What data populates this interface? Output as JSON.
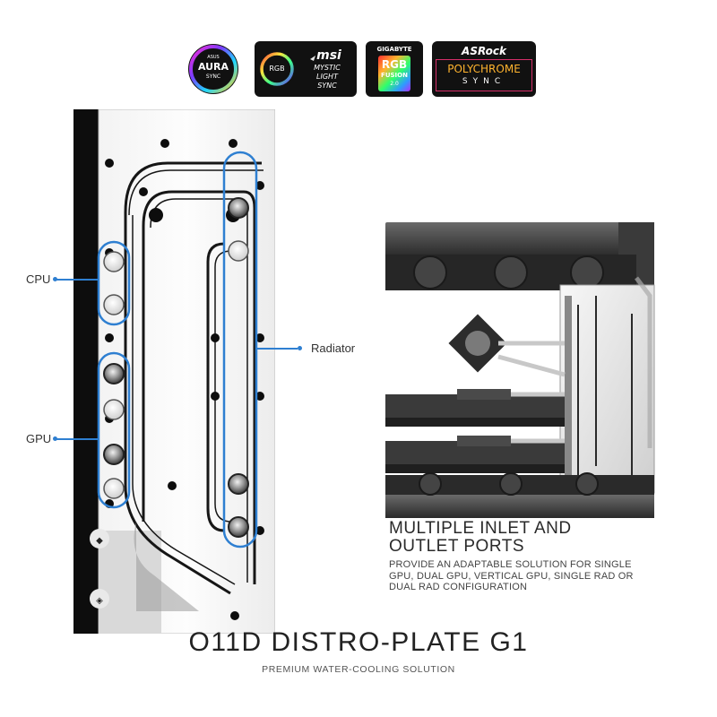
{
  "logos": {
    "asus_top": "ASUS",
    "asus_main": "AURA",
    "asus_sub": "SYNC",
    "msi_rgb": "RGB",
    "msi_brand": "msi",
    "msi_line1": "MYSTIC",
    "msi_line2": "LIGHT",
    "msi_line3": "SYNC",
    "gigabyte_top": "GIGABYTE",
    "gigabyte_rgb": "RGB",
    "gigabyte_fusion": "FUSION",
    "gigabyte_ver": "2.0",
    "asrock_brand": "ASRock",
    "asrock_line1": "POLYCHROME",
    "asrock_line2": "SYNC"
  },
  "callouts": {
    "cpu": "CPU",
    "gpu": "GPU",
    "radiator": "Radiator"
  },
  "feature": {
    "title_line1": "MULTIPLE INLET AND",
    "title_line2": "OUTLET PORTS",
    "description": "PROVIDE AN ADAPTABLE SOLUTION FOR SINGLE GPU, DUAL GPU, VERTICAL GPU, SINGLE RAD OR DUAL RAD CONFIGURATION"
  },
  "product": {
    "title": "O11D DISTRO-PLATE G1",
    "subtitle": "PREMIUM WATER-COOLING SOLUTION"
  },
  "colors": {
    "accent_blue": "#2e7fd1",
    "background": "#ffffff"
  }
}
